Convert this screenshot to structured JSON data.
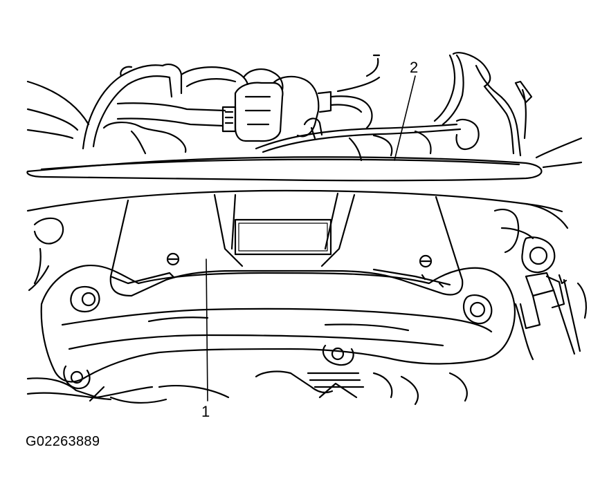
{
  "callouts": {
    "one": "1",
    "two": "2"
  },
  "figure_id": "G02263889",
  "colors": {
    "line": "#000000",
    "background": "#ffffff"
  }
}
